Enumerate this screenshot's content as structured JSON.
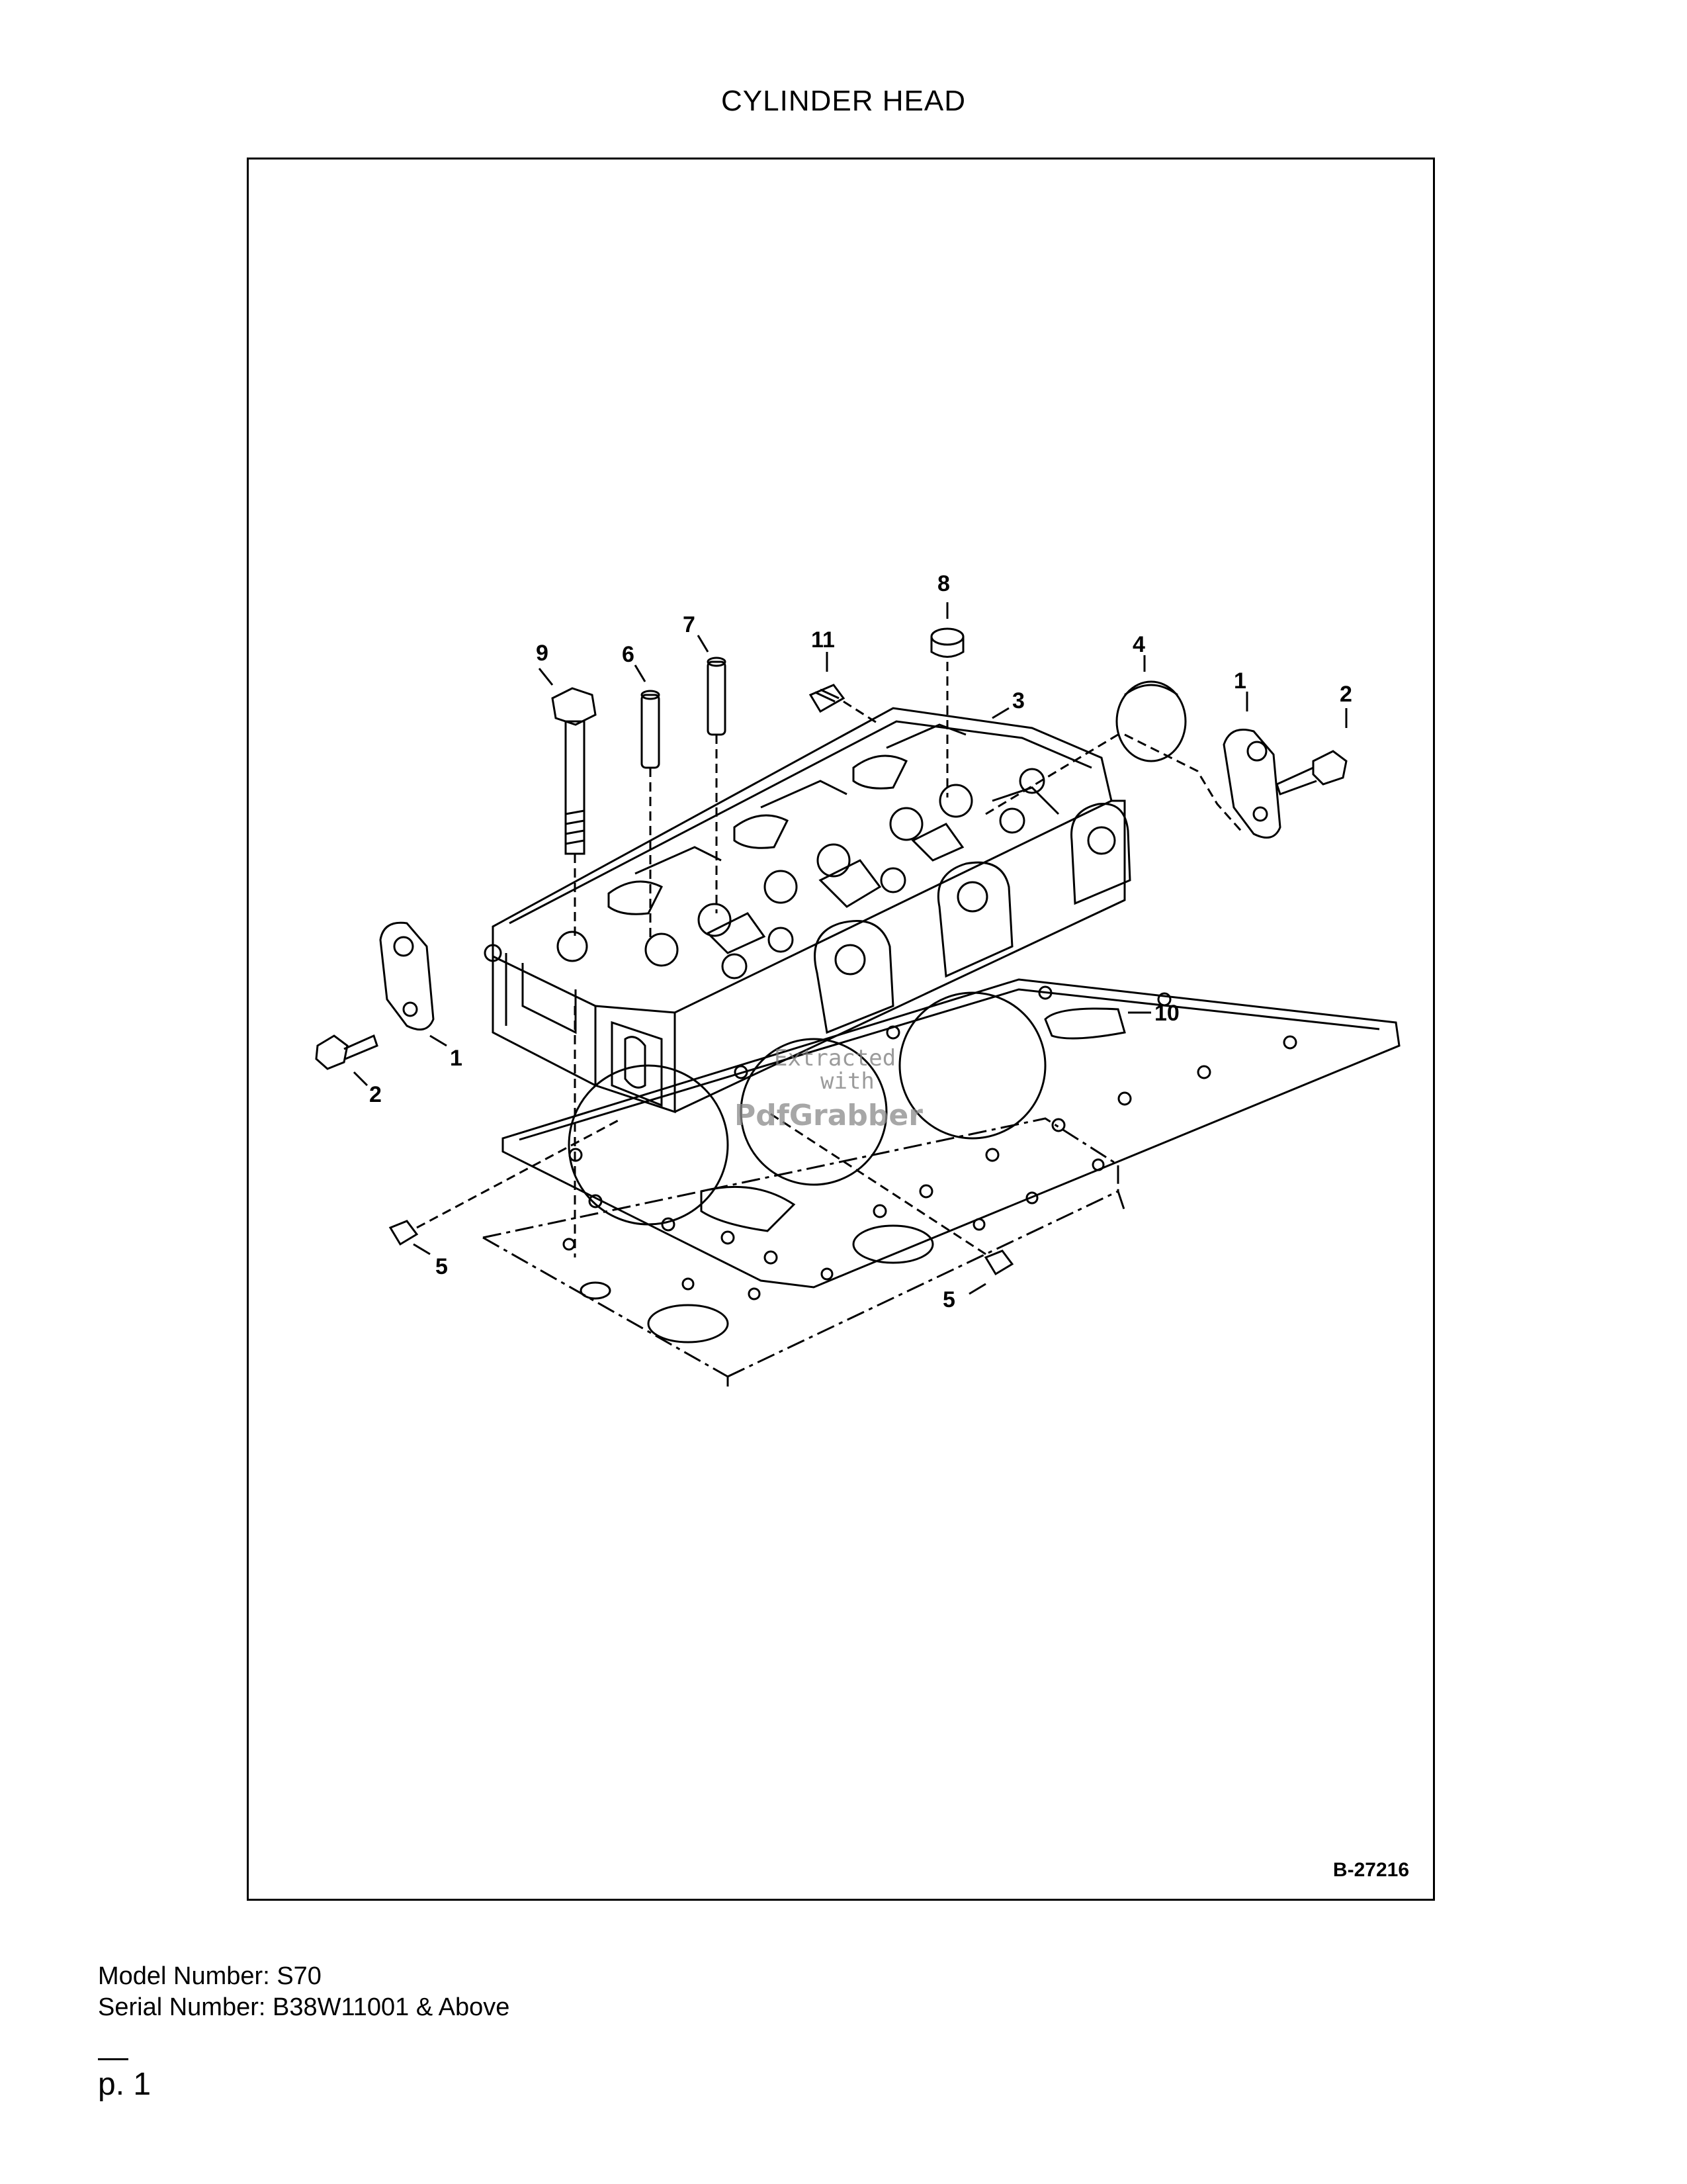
{
  "title": "CYLINDER HEAD",
  "figure_code": "B-27216",
  "watermark": {
    "line1": "Extracted",
    "line2": "with",
    "line3": "PdfGrabber"
  },
  "callouts": [
    "1",
    "1",
    "2",
    "2",
    "3",
    "4",
    "5",
    "5",
    "6",
    "7",
    "8",
    "9",
    "10",
    "11"
  ],
  "footer": {
    "model": "Model Number: S70",
    "serial": "Serial Number: B38W11001 & Above",
    "page": "p. 1"
  }
}
